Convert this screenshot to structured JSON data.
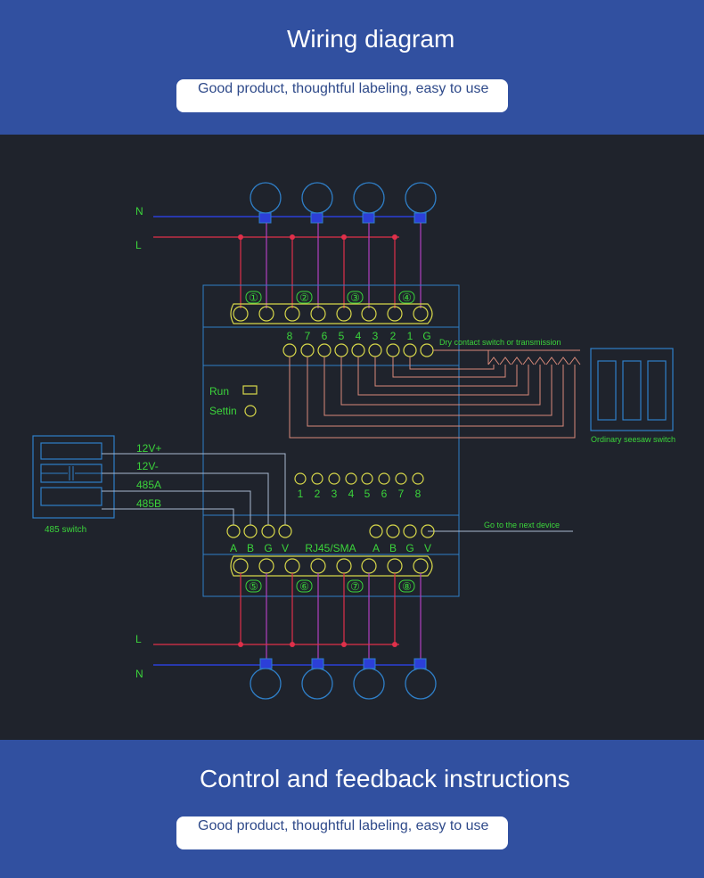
{
  "header": {
    "title": "Wiring diagram",
    "subtitle": "Good product, thoughtful labeling, easy to use"
  },
  "diagram": {
    "line_labels_top": [
      "N",
      "L"
    ],
    "line_labels_bottom": [
      "L",
      "N"
    ],
    "top_channels": [
      "①",
      "②",
      "③",
      "④"
    ],
    "bottom_channels": [
      "⑤",
      "⑥",
      "⑦",
      "⑧"
    ],
    "input_terminals": [
      "8",
      "7",
      "6",
      "5",
      "4",
      "3",
      "2",
      "1",
      "G"
    ],
    "dry_contact_label": "Dry contact switch or transmission",
    "seesaw_label": "Ordinary seesaw switch",
    "run_label": "Run",
    "setting_label": "Settin",
    "power_labels": [
      "12V+",
      "12V-",
      "485A",
      "485B"
    ],
    "switch_485_label": "485 switch",
    "dip_numbers": [
      "1",
      "2",
      "3",
      "4",
      "5",
      "6",
      "7",
      "8"
    ],
    "bus_terminals_left": [
      "A",
      "B",
      "G",
      "V"
    ],
    "bus_center_label": "RJ45/SMA",
    "bus_terminals_right": [
      "A",
      "B",
      "G",
      "V"
    ],
    "next_device_label": "Go to the next device"
  },
  "footer": {
    "title": "Control and feedback instructions",
    "subtitle": "Good product, thoughtful labeling, easy to use"
  },
  "colors": {
    "banner": "#3150a0",
    "background": "#1f232c",
    "label_green": "#3bd43b",
    "terminal_yellow": "#d8d84a",
    "neutral_wire": "#2c3fd8",
    "live_wire": "#e0304a",
    "load_wire": "#b040c0",
    "outline_blue": "#2f7fc8"
  }
}
